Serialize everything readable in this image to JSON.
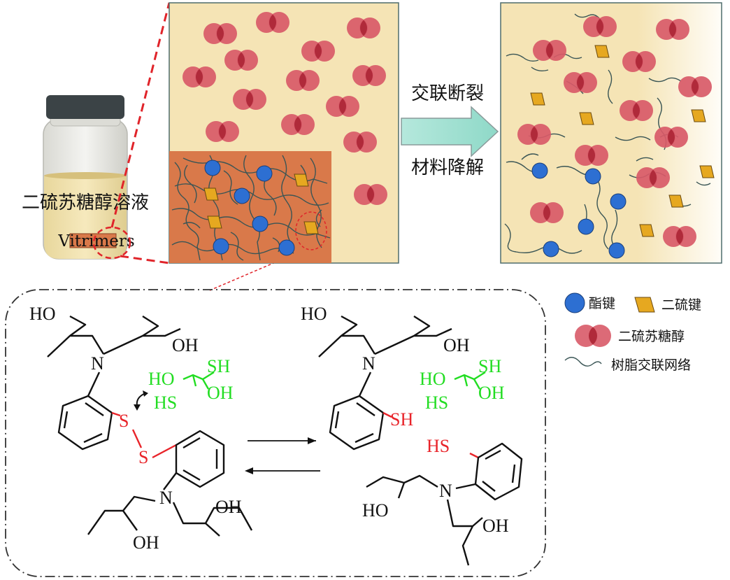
{
  "labels": {
    "solution": "二硫苏糖醇溶液",
    "sample": "Vitrimers",
    "arrow_top": "交联断裂",
    "arrow_bottom": "材料降解"
  },
  "legend": {
    "ester_bond": "酯键",
    "disulfide_bond": "二硫键",
    "dtt": "二硫苏糖醇",
    "network": "树脂交联网络"
  },
  "chem": {
    "ho": "HO",
    "oh": "OH",
    "n": "N",
    "s": "S",
    "sh": "SH",
    "hs": "HS"
  },
  "colors": {
    "panel_bg": "#f5e4b5",
    "vitrimer_bg": "#d9794a",
    "dtt": "#d85a68",
    "ester": "#2d6fd2",
    "disulfide": "#e6a820",
    "arrow": "#a8e3d6",
    "sulfur": "#e8242a",
    "dtt_chem": "#22dd22"
  }
}
